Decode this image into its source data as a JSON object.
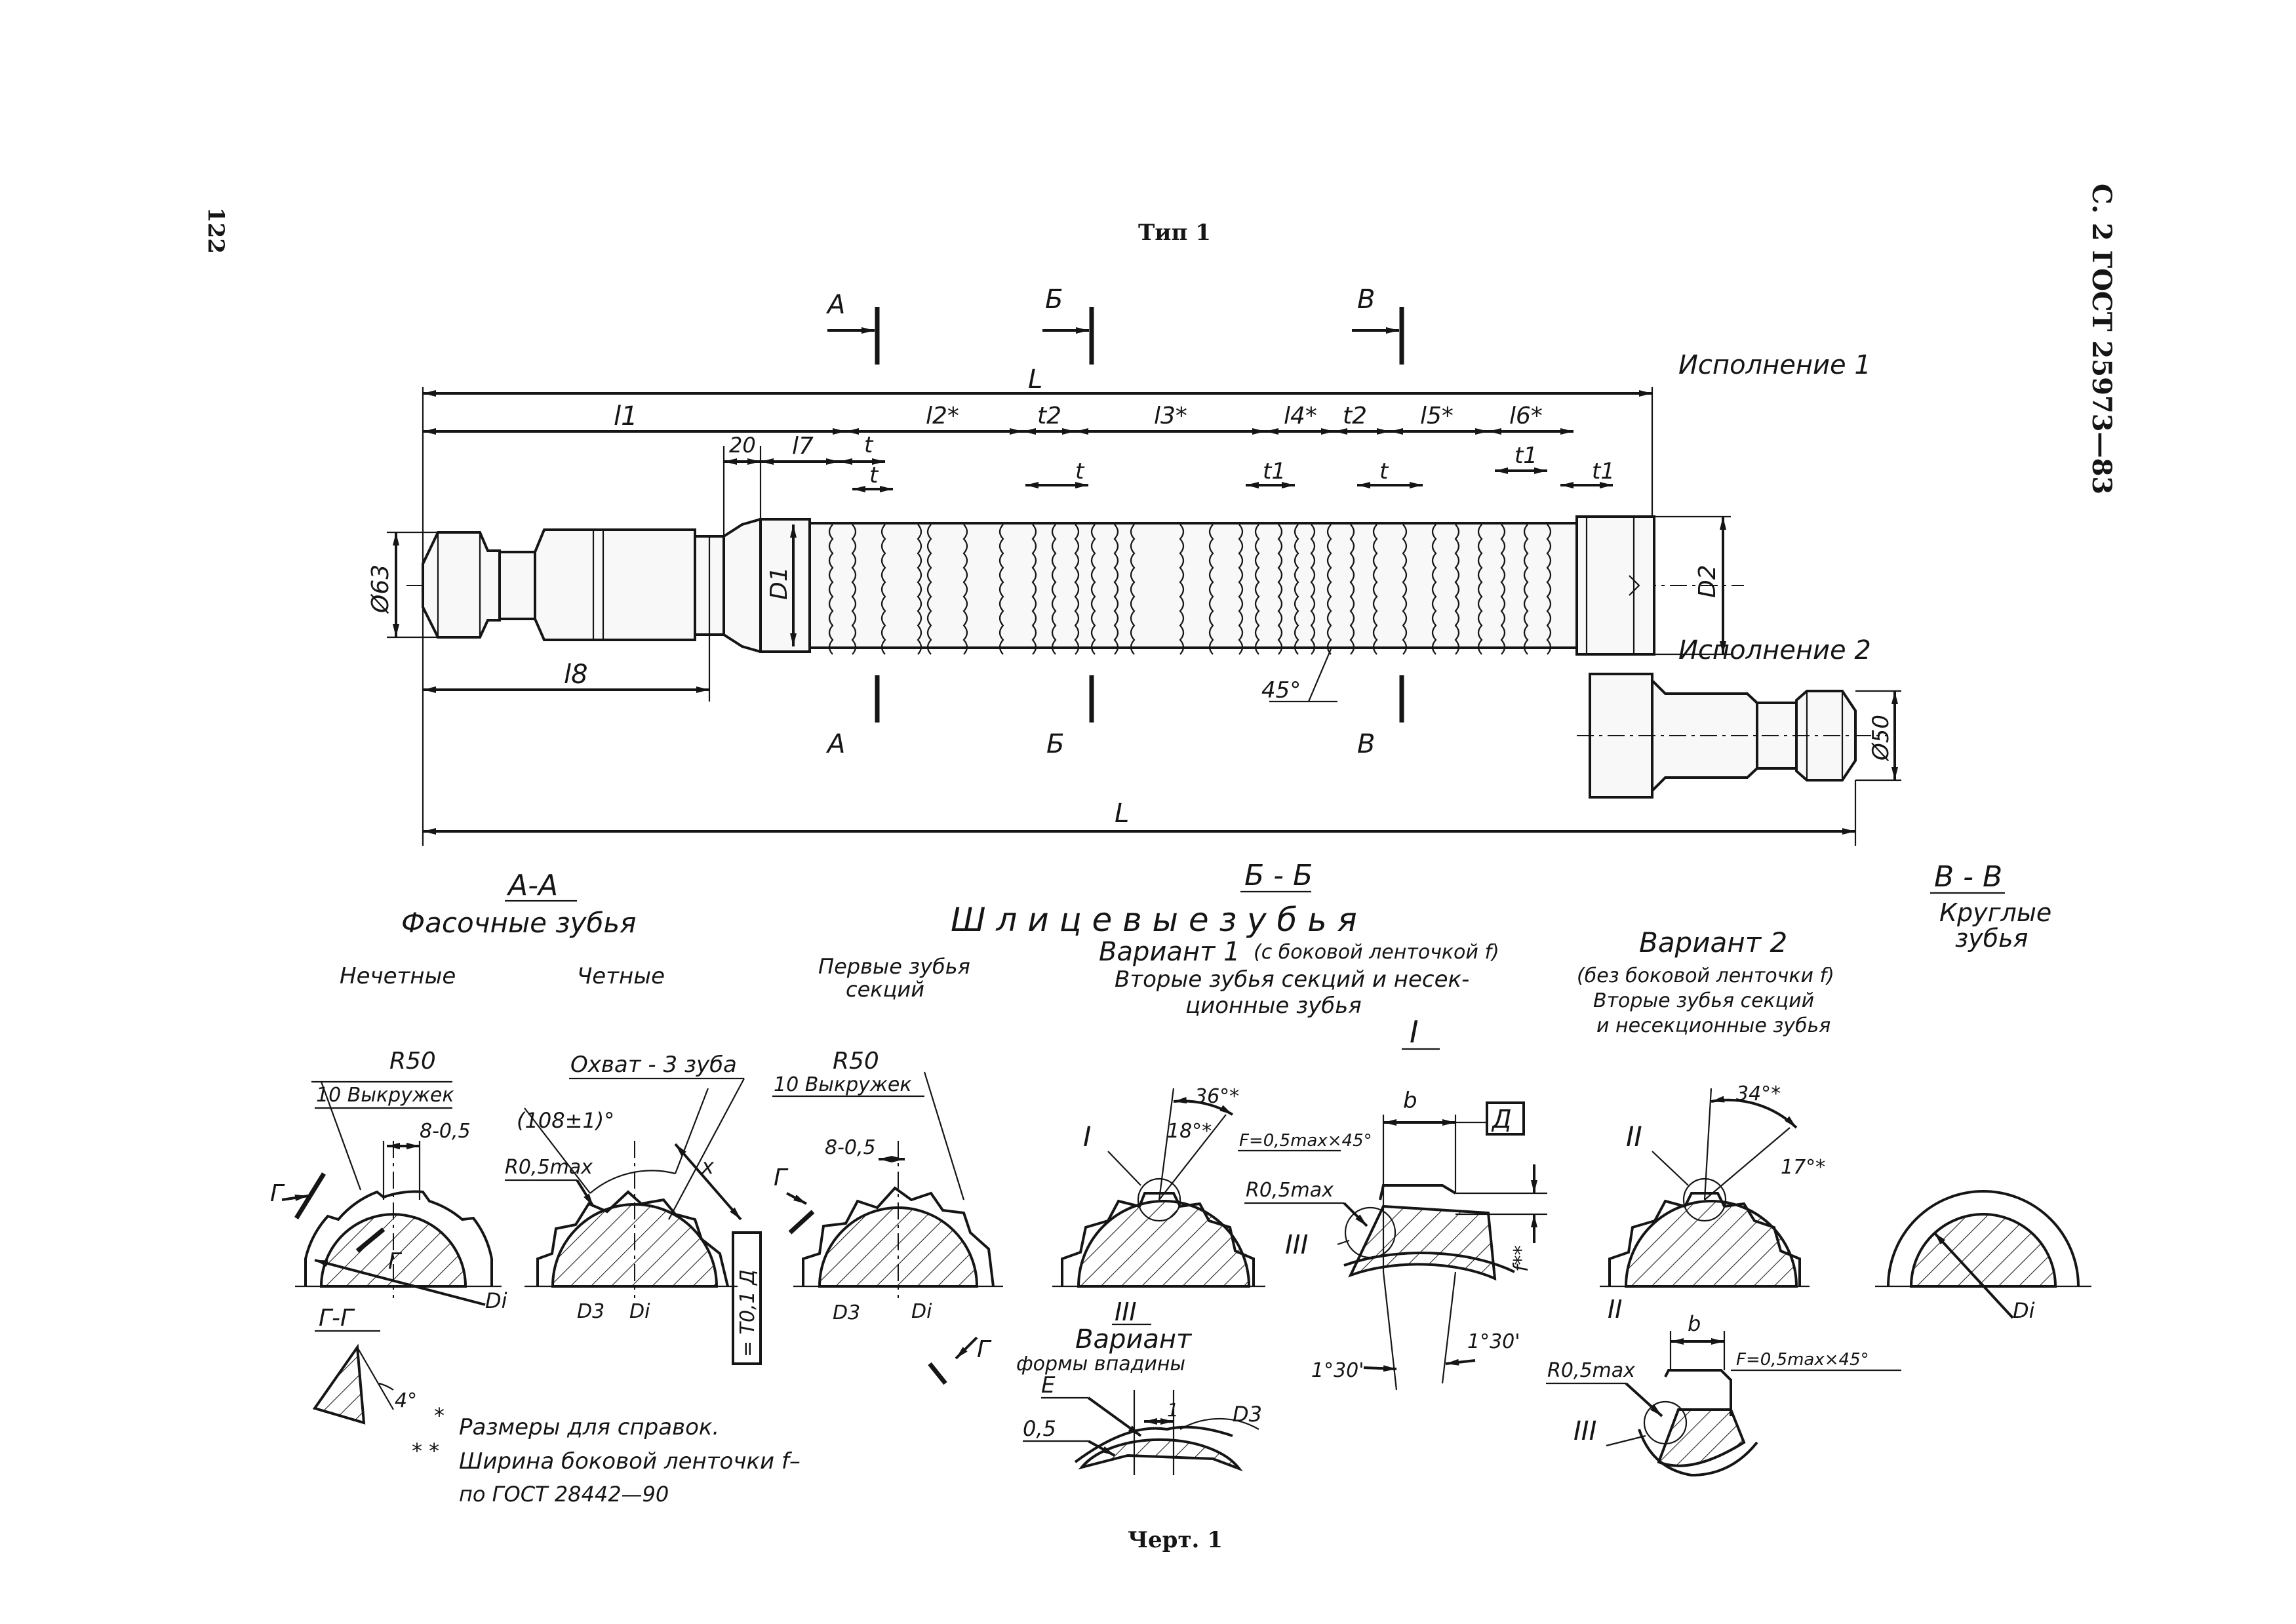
{
  "page_number": "122",
  "standard_header": "С. 2 ГОСТ 25973—83",
  "type_title": "Тип 1",
  "figure_caption": "Черт. 1",
  "main_view": {
    "version1": "Исполнение 1",
    "version2": "Исполнение 2",
    "L": "L",
    "l1": "l1",
    "l2": "l2*",
    "l3": "l3*",
    "l4": "l4*",
    "l5": "l5*",
    "l6": "l6*",
    "l7": "l7",
    "l8": "l8",
    "t": "t",
    "t1": "t1",
    "t2": "t2",
    "d20": "20",
    "phi63": "Ø63",
    "phi50": "Ø50",
    "D1": "D1",
    "D2": "D2",
    "angle45": "45°",
    "sec_A": "А",
    "sec_B": "Б",
    "sec_V": "В"
  },
  "sections": {
    "aa_title": "А-А",
    "aa_sub": "Фасочные   зубья",
    "odd": "Нечетные",
    "even": "Четные",
    "bb_title": "Б - Б",
    "bb_sub": "Ш л и ц е в ы е    з у б ь я",
    "first_teeth": "Первые зубья",
    "first_teeth2": "секций",
    "variant1": "Вариант 1",
    "variant1_note": "(с боковой ленточкой f)",
    "variant1_desc1": "Вторые зубья секций и несек-",
    "variant1_desc2": "ционные зубья",
    "variant2": "Вариант 2",
    "variant2_note": "(без боковой ленточки f)",
    "variant2_desc1": "Вторые зубья секций",
    "variant2_desc2": "и несекционные зубья",
    "vv_title": "В - В",
    "vv_sub1": "Круглые",
    "vv_sub2": "зубья",
    "view_I": "I",
    "view_II": "II",
    "view_III": "III",
    "variant_form1": "Вариант",
    "variant_form2": "формы впадины",
    "gg_title": "Г-Г"
  },
  "dims": {
    "R50": "R50",
    "vykruzhek": "10 Выкружек",
    "d8": "8-0,5",
    "okhvat": "Охват - 3 зуба",
    "angle108": "(108±1)°",
    "R05": "R0,5max",
    "x": "x",
    "tol": "= T0,1 Д",
    "G": "Г",
    "Di": "Di",
    "D3": "D3",
    "a36": "36°*",
    "a18": "18°*",
    "a34": "34°*",
    "a17": "17°*",
    "F": "F=0,5max×45°",
    "b": "b",
    "D": "Д",
    "f": "f**",
    "a130": "1°30'",
    "a4": "4°",
    "E": "E",
    "v05": "0,5",
    "one": "1"
  },
  "notes": {
    "n1_mark": "*",
    "n1": "Размеры для справок.",
    "n2_mark": "* *",
    "n2": "Ширина боковой ленточки f–",
    "n3": "по ГОСТ 28442—90"
  }
}
